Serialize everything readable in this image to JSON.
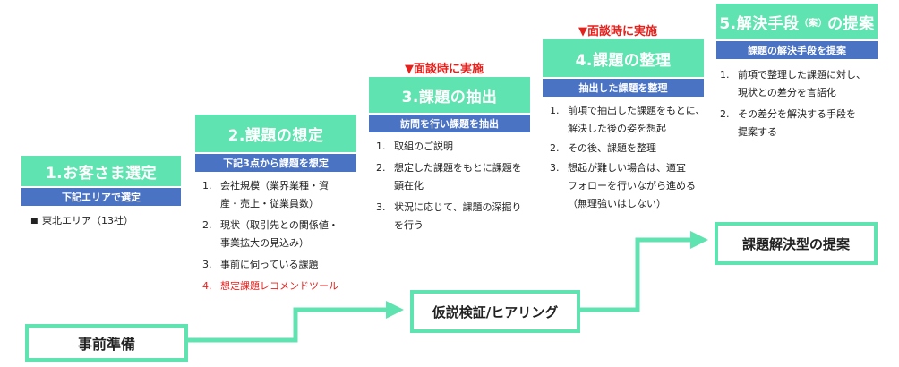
{
  "colors": {
    "step_head": "#5fe3b1",
    "step_sub": "#4a73c4",
    "flow": "#5fe3b1",
    "note": "#e8201c"
  },
  "steps": [
    {
      "title": "1.お客さま選定",
      "subtitle": "下記エリアで選定",
      "items": [
        "東北エリア（13社）"
      ]
    },
    {
      "title": "2.課題の想定",
      "subtitle": "下記3点から課題を想定",
      "items": [
        {
          "num": "1.",
          "lines": [
            "会社規模（業界業種・資",
            "産・売上・従業員数）"
          ]
        },
        {
          "num": "2.",
          "lines": [
            "現状（取引先との関係値・",
            "事業拡大の見込み）"
          ]
        },
        {
          "num": "3.",
          "lines": [
            "事前に伺っている課題"
          ]
        },
        {
          "num": "4.",
          "lines": [
            "想定課題レコメンドツール"
          ]
        }
      ]
    },
    {
      "title": "3.課題の抽出",
      "subtitle": "訪問を行い課題を抽出",
      "note": "▼面談時に実施",
      "items": [
        {
          "num": "1.",
          "lines": [
            "取組のご説明"
          ]
        },
        {
          "num": "2.",
          "lines": [
            "想定した課題をもとに課題を",
            "顕在化"
          ]
        },
        {
          "num": "3.",
          "lines": [
            "状況に応じて、課題の深掘り",
            "を行う"
          ]
        }
      ]
    },
    {
      "title": "4.課題の整理",
      "subtitle": "抽出した課題を整理",
      "note": "▼面談時に実施",
      "items": [
        {
          "num": "1.",
          "lines": [
            "前項で抽出した課題をもとに、",
            "解決した後の姿を想起"
          ]
        },
        {
          "num": "2.",
          "lines": [
            "その後、課題を整理"
          ]
        },
        {
          "num": "3.",
          "lines": [
            "想起が難しい場合は、適宜",
            "フォローを行いながら進める",
            "（無理強いはしない）"
          ]
        }
      ]
    },
    {
      "title": "5.解決手段",
      "title_small": "（案）",
      "title_tail": "の提案",
      "subtitle": "課題の解決手段を提案",
      "items": [
        {
          "num": "1.",
          "lines": [
            "前項で整理した課題に対し、",
            "現状との差分を言語化"
          ]
        },
        {
          "num": "2.",
          "lines": [
            "その差分を解決する手段を",
            "提案する"
          ]
        }
      ]
    }
  ],
  "flow": {
    "box1": "事前準備",
    "box2": "仮説検証/ヒアリング",
    "box3": "課題解決型の提案"
  }
}
